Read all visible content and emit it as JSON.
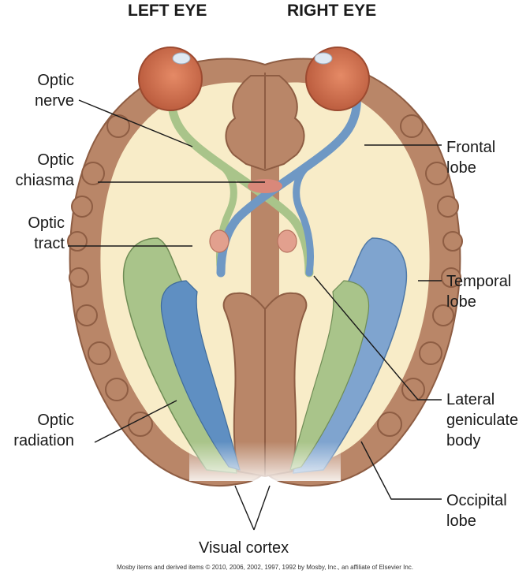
{
  "header": {
    "left_eye": "LEFT EYE",
    "right_eye": "RIGHT EYE"
  },
  "labels": {
    "optic_nerve": [
      "Optic",
      "nerve"
    ],
    "optic_chiasma": [
      "Optic",
      "chiasma"
    ],
    "optic_tract": [
      "Optic",
      "tract"
    ],
    "optic_radiation": [
      "Optic",
      "radiation"
    ],
    "frontal_lobe": [
      "Frontal",
      "lobe"
    ],
    "temporal_lobe": [
      "Temporal",
      "lobe"
    ],
    "lateral_geniculate_body": [
      "Lateral",
      "geniculate",
      "body"
    ],
    "occipital_lobe": [
      "Occipital",
      "lobe"
    ],
    "visual_cortex": "Visual cortex"
  },
  "credit": "Mosby items and derived items © 2010, 2006, 2002, 1997, 1992 by Mosby, Inc., an affiliate of Elsevier Inc.",
  "colors": {
    "cortex": "#b98668",
    "cortex_dark": "#8e5d43",
    "white_matter": "#f8ecc8",
    "eye": "#d2704f",
    "left_pathway": "#a9c48a",
    "right_pathway": "#6f98c4",
    "nucleus": "#e2a08e"
  }
}
